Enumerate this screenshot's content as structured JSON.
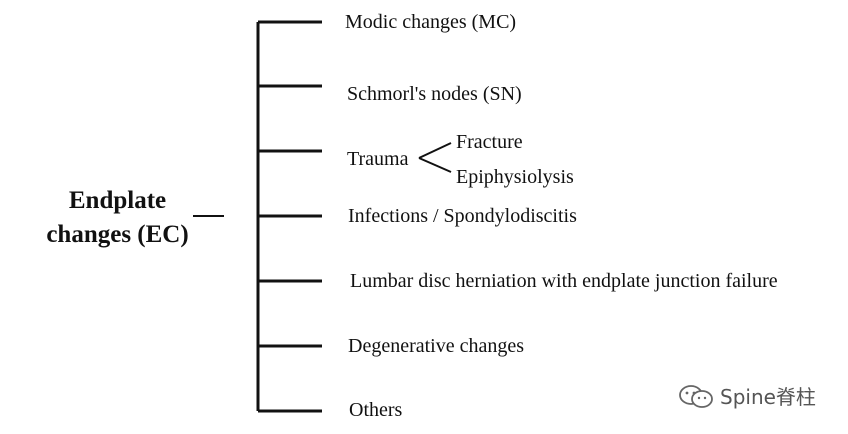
{
  "root": {
    "line1": "Endplate",
    "line2": "changes (EC)"
  },
  "branches": [
    {
      "label": "Modic changes (MC)"
    },
    {
      "label": "Schmorl's nodes (SN)"
    },
    {
      "label": "Trauma",
      "children": [
        "Fracture",
        "Epiphysiolysis"
      ]
    },
    {
      "label": "Infections / Spondylodiscitis"
    },
    {
      "label": "Lumbar disc herniation with endplate junction failure"
    },
    {
      "label": "Degenerative changes"
    },
    {
      "label": "Others"
    }
  ],
  "watermark": {
    "icon": "wechat-icon",
    "text": "Spine脊柱"
  },
  "colors": {
    "line": "#111111",
    "text": "#111111",
    "watermark": "#555555"
  }
}
